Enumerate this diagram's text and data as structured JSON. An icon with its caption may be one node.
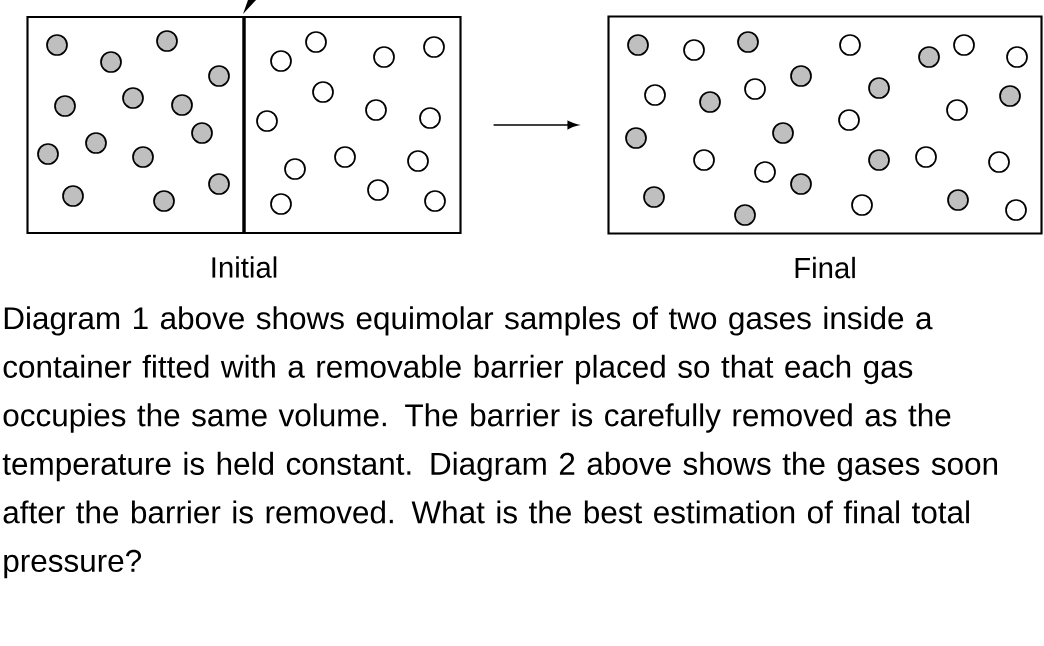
{
  "diagram": {
    "nodes": [
      {
        "text": [
          "Initial"
        ]
      },
      {
        "text": [
          "Final"
        ]
      }
    ],
    "edges": [
      {
        "from": 0,
        "to": 1,
        "arrow": "to"
      }
    ],
    "labels": [
      "Diagram 1 above shows equimolar samples of two gases inside a container fitted with a removable barrier placed so that each gas occupies the same volume. The barrier is carefully removed as the temperature is held constant. Diagram 2 above shows the gases soon after the barrier is removed. What is the best estimation of final total pressure?"
    ]
  }
}
